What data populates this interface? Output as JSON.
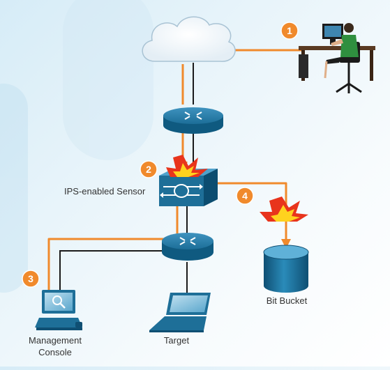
{
  "diagram": {
    "labels": {
      "sensor": "IPS-enabled Sensor",
      "bit_bucket": "Bit Bucket",
      "management_console": "Management\nConsole",
      "target": "Target"
    },
    "steps": [
      "1",
      "2",
      "3",
      "4"
    ],
    "colors": {
      "attack_path": "#f08a2c",
      "cable": "#1a1a1a",
      "step_badge": "#f08a2c",
      "device_blue": "#1e6f98",
      "explosion_red": "#e8341c",
      "explosion_yellow": "#ffd21e"
    }
  }
}
